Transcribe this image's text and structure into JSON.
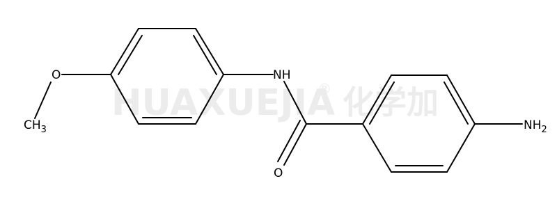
{
  "watermark": {
    "latin": "HUAXUEJIA",
    "registered": "®",
    "cjk": "化学加"
  },
  "atoms": {
    "oxygen_ether": "O",
    "methyl_c": "CH",
    "methyl_sub": "3",
    "amide_n": "NH",
    "carbonyl_o": "O",
    "amine_n": "NH",
    "amine_sub": "2"
  },
  "colors": {
    "bond": "#000000",
    "watermark": "#ececec",
    "background": "#ffffff"
  }
}
